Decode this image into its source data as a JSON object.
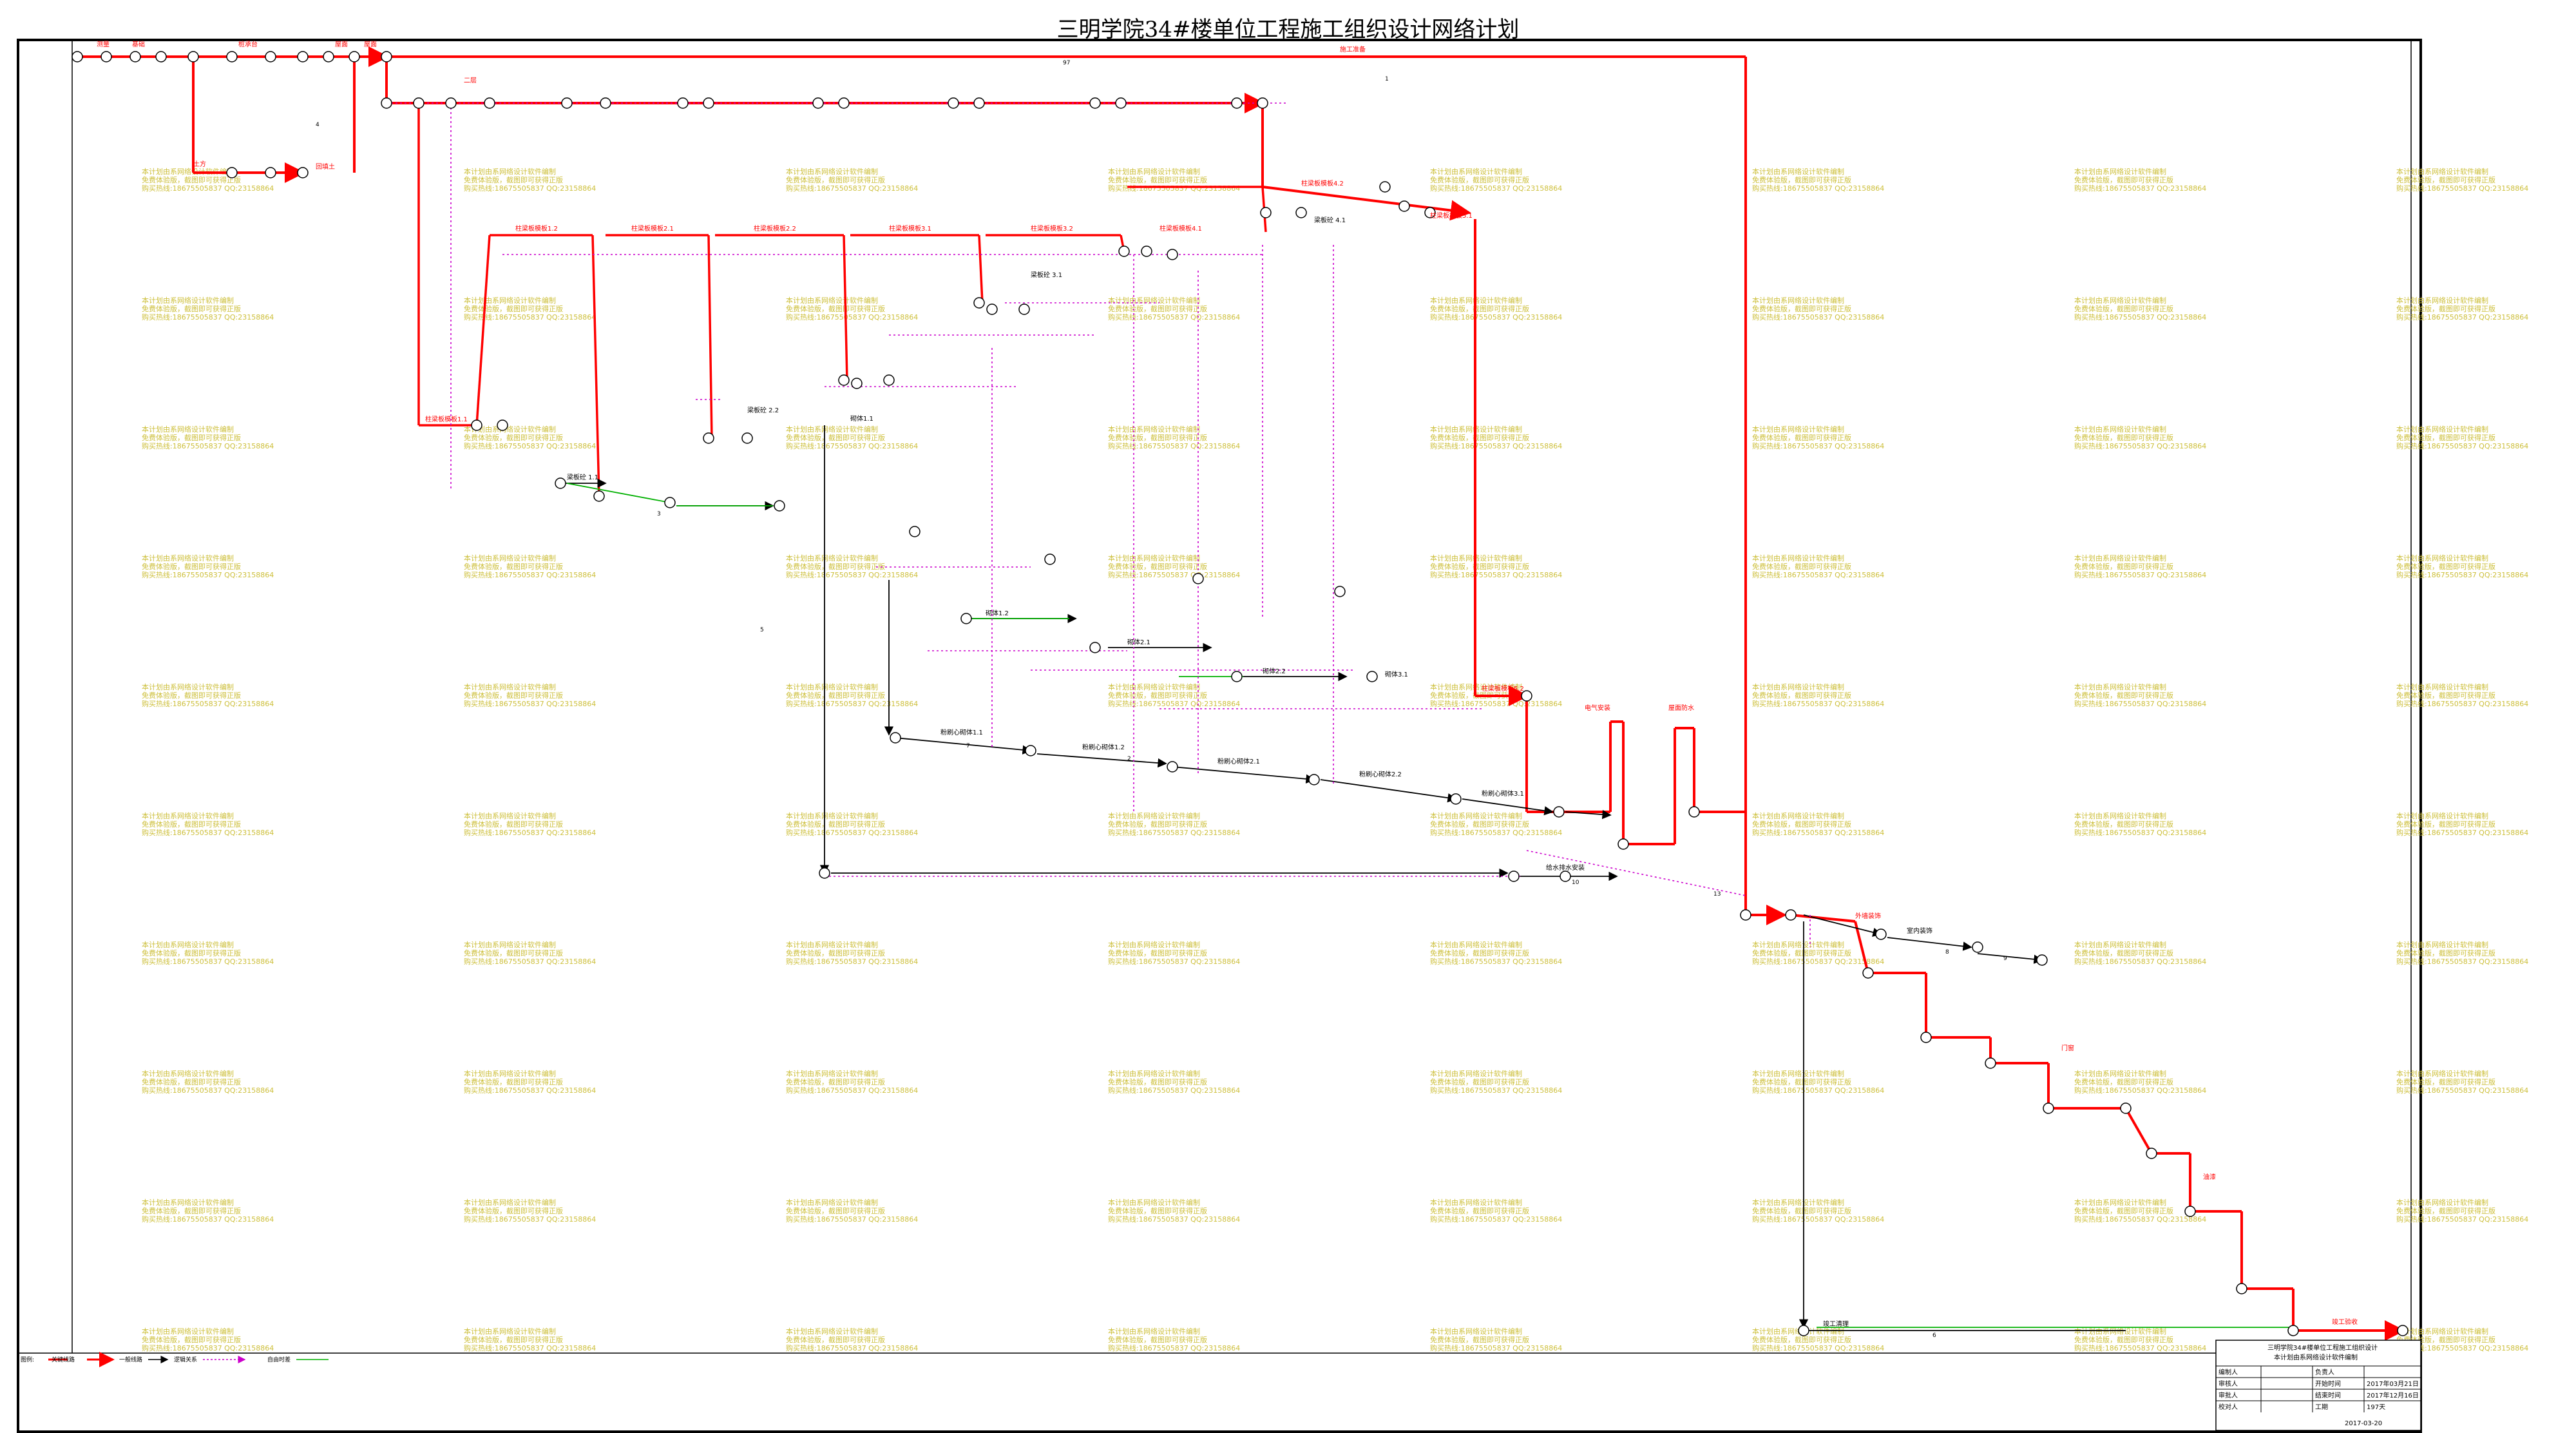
{
  "title": "三明学院34#楼单位工程施工组织设计网络计划",
  "colors": {
    "critical": "#ff0000",
    "normal": "#000000",
    "virtual": "#cc00cc",
    "free_float": "#00b000",
    "watermark": "#cdbf3a"
  },
  "tasks": {
    "t_setout": "测量",
    "t_pile": "基础",
    "t_pilecap": "桩承台",
    "t_earth": "土方",
    "t_floor2_1": "二层",
    "t_top": "屋面",
    "t_slab": "屋面",
    "t_start": "施工准备",
    "t_backfill": "回填土",
    "t_col1": "柱梁板模板1.1",
    "t_col2": "柱梁板模板1.2",
    "t_col3": "柱梁板模板2.1",
    "t_col4": "柱梁板模板2.2",
    "t_col5": "柱梁板模板3.1",
    "t_col6": "柱梁板模板3.2",
    "t_col7": "柱梁板模板4.1",
    "t_col8": "柱梁板模板4.2",
    "t_col9": "柱梁板模板5.1",
    "t_col10": "柱梁板模板5.2",
    "t_conc1": "梁板砼 1.1",
    "t_conc2": "梁板砼 2.2",
    "t_conc3": "梁板砼 3.1",
    "t_conc4": "梁板砼 4.1",
    "t_wall1": "砌体1.1",
    "t_wall2": "砌体1.2",
    "t_wall3": "砌体2.1",
    "t_wall4": "砌体2.2",
    "t_wall5": "砌体3.1",
    "t_plaster1": "粉刷心砌体1.1",
    "t_plaster2": "粉刷心砌体1.2",
    "t_plaster3": "粉刷心砌体2.1",
    "t_plaster4": "粉刷心砌体2.2",
    "t_plaster5": "粉刷心砌体3.1",
    "t_water": "给水排水安装",
    "t_elec": "电气安装",
    "t_roof": "屋面防水",
    "t_ext": "外墙装饰",
    "t_int": "室内装饰",
    "t_door": "门窗",
    "t_paint": "油漆",
    "t_clean": "竣工清理",
    "t_end": "竣工验收"
  },
  "durations": [
    "97",
    "1",
    "4",
    "3",
    "5",
    "7",
    "2",
    "10",
    "13",
    "8",
    "9",
    "6"
  ],
  "watermark": {
    "line1": "本计划由系网络设计软件编制",
    "line2": "免费体验版，截图即可获得正版",
    "line3": "购买热线:18675505837 QQ:23158864"
  },
  "legend": {
    "label": "图例:",
    "critical": "关键线路",
    "normal": "一般线路",
    "virtual": "逻辑关系",
    "free_float": "自由时差"
  },
  "title_block": {
    "project": "三明学院34#楼单位工程施工组织设计",
    "subtitle": "本计划由系网络设计软件编制",
    "rows": [
      [
        "编制人",
        "",
        "负责人",
        ""
      ],
      [
        "审核人",
        "",
        "开始时间",
        "2017年03月21日"
      ],
      [
        "审批人",
        "",
        "结束时间",
        "2017年12月16日"
      ],
      [
        "校对人",
        "",
        "工期",
        "197天"
      ]
    ],
    "date": "2017-03-20"
  }
}
